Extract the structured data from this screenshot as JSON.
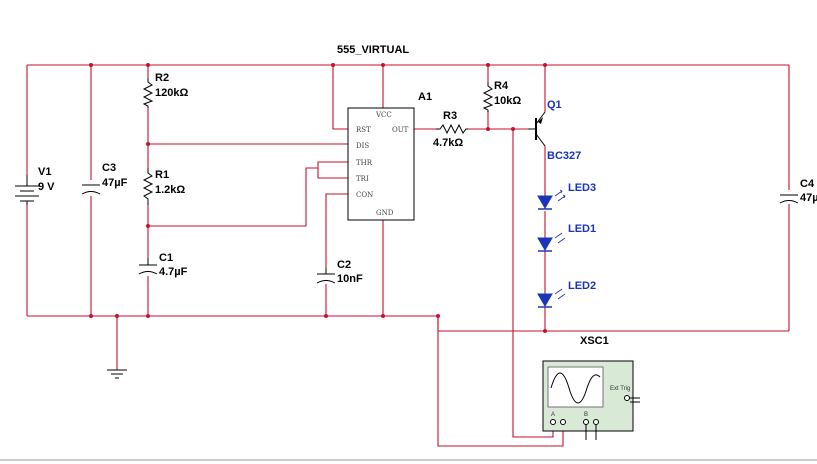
{
  "title": "555_VIRTUAL",
  "components": {
    "ic": {
      "ref": "A1",
      "pins": {
        "vcc": "VCC",
        "rst": "RST",
        "out": "OUT",
        "dis": "DIS",
        "thr": "THR",
        "tri": "TRI",
        "con": "CON",
        "gnd": "GND"
      }
    },
    "v1": {
      "ref": "V1",
      "value": "9 V"
    },
    "c3": {
      "ref": "C3",
      "value": "47µF"
    },
    "r2": {
      "ref": "R2",
      "value": "120kΩ"
    },
    "r1": {
      "ref": "R1",
      "value": "1.2kΩ"
    },
    "c1": {
      "ref": "C1",
      "value": "4.7µF"
    },
    "c2": {
      "ref": "C2",
      "value": "10nF"
    },
    "r3": {
      "ref": "R3",
      "value": "4.7kΩ"
    },
    "r4": {
      "ref": "R4",
      "value": "10kΩ"
    },
    "q1": {
      "ref": "Q1",
      "value": "BC327"
    },
    "led3": {
      "ref": "LED3"
    },
    "led1": {
      "ref": "LED1"
    },
    "led2": {
      "ref": "LED2"
    },
    "c4": {
      "ref": "C4",
      "value": "47µ"
    },
    "xsc1": {
      "ref": "XSC1",
      "ext_trig": "Ext Trig",
      "ch_a": "A",
      "ch_b": "B"
    }
  },
  "colors": {
    "wire": "#c8102e",
    "led_label": "#1a35b8",
    "scope_bg": "#d8ead6"
  }
}
